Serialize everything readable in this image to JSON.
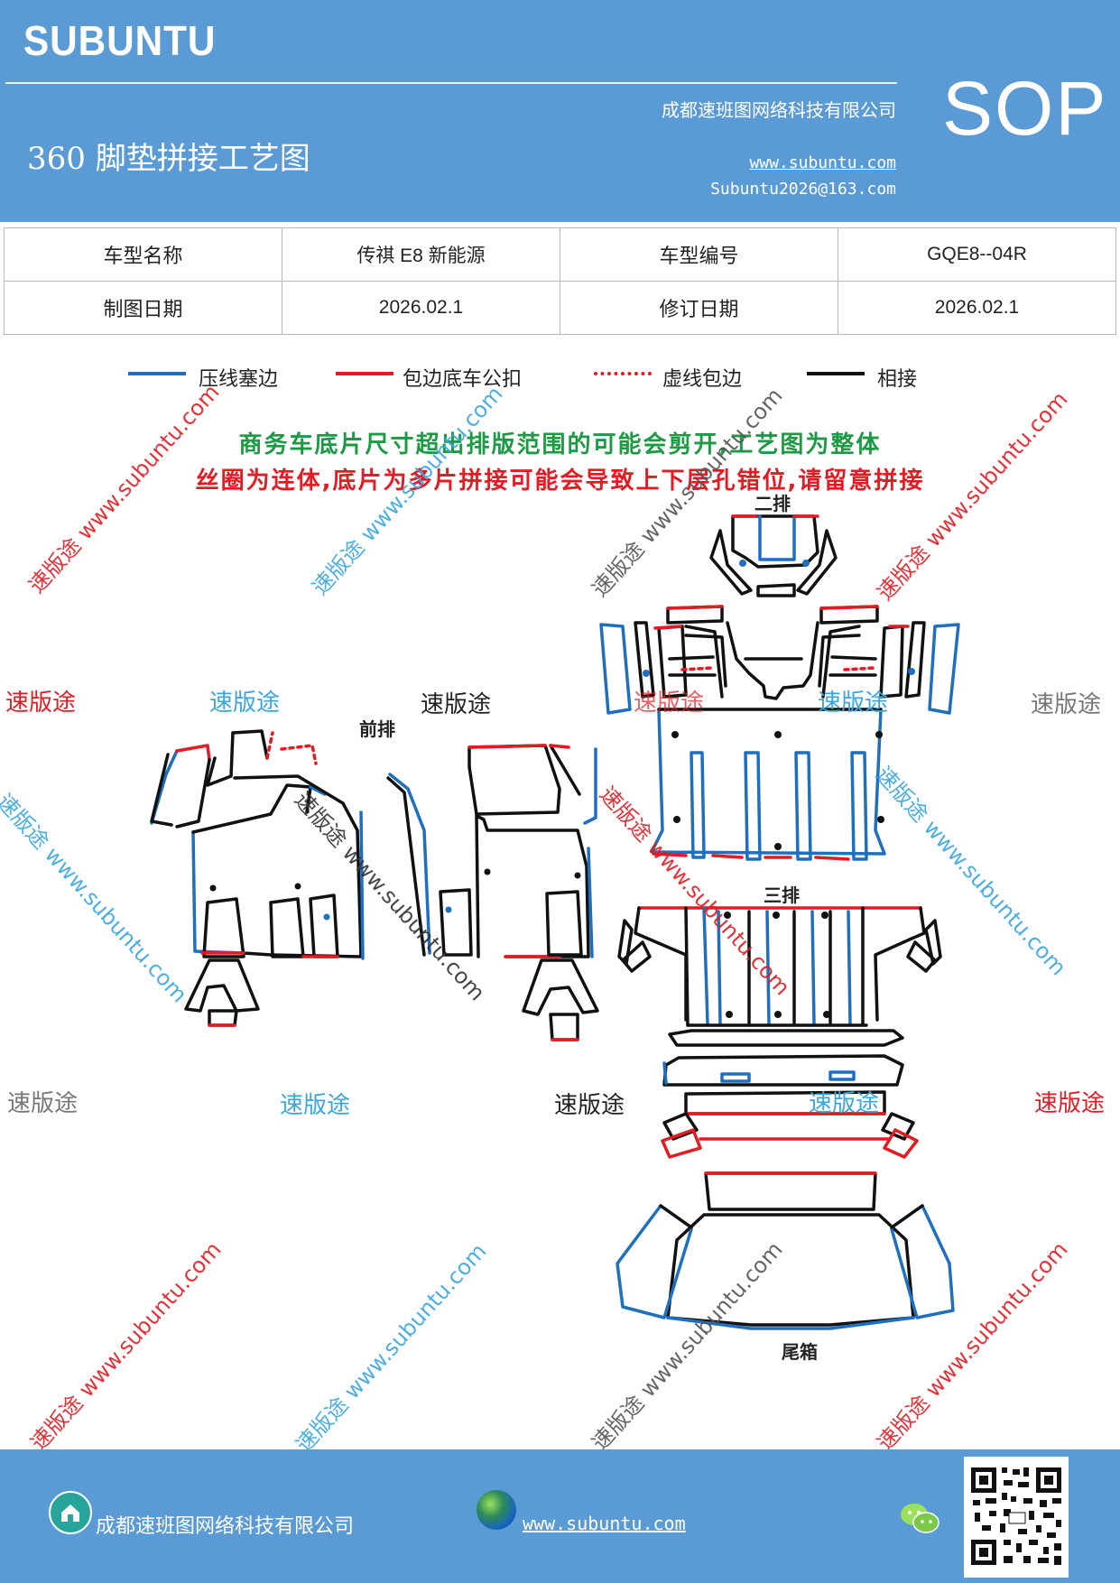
{
  "header": {
    "brand": "SUBUNTU",
    "doc_type": "SOP",
    "company": "成都速班图网络科技有限公司",
    "title": "360 脚垫拼接工艺图",
    "website": "www.subuntu.com",
    "email": "Subuntu2026@163.com"
  },
  "info_table": {
    "model_name_label": "车型名称",
    "model_name": "传祺 E8 新能源",
    "model_code_label": "车型编号",
    "model_code": "GQE8--04R",
    "draw_date_label": "制图日期",
    "draw_date": "2026.02.1",
    "revise_date_label": "修订日期",
    "revise_date": "2026.02.1"
  },
  "legend": [
    {
      "label": "压线塞边",
      "color": "#1f6fbf",
      "style": "solid"
    },
    {
      "label": "包边底车公扣",
      "color": "#e31b23",
      "style": "solid"
    },
    {
      "label": "虚线包边",
      "color": "#e31b23",
      "style": "dotted"
    },
    {
      "label": "相接",
      "color": "#111111",
      "style": "solid"
    }
  ],
  "notices": {
    "line1": "商务车底片尺寸超出排版范围的可能会剪开,工艺图为整体",
    "line2": "丝圈为连体,底片为多片拼接可能会导致上下层孔错位,请留意拼接",
    "line1_color": "#1e9a45",
    "line2_color": "#e31b23"
  },
  "diagram_labels": {
    "front": "前排",
    "second": "二排",
    "third": "三排",
    "trunk": "尾箱"
  },
  "watermark": {
    "text": "速版途",
    "url_text": "速版途 www.subuntu.com"
  },
  "footer": {
    "company": "成都速班图网络科技有限公司",
    "website": "www.subuntu.com"
  }
}
